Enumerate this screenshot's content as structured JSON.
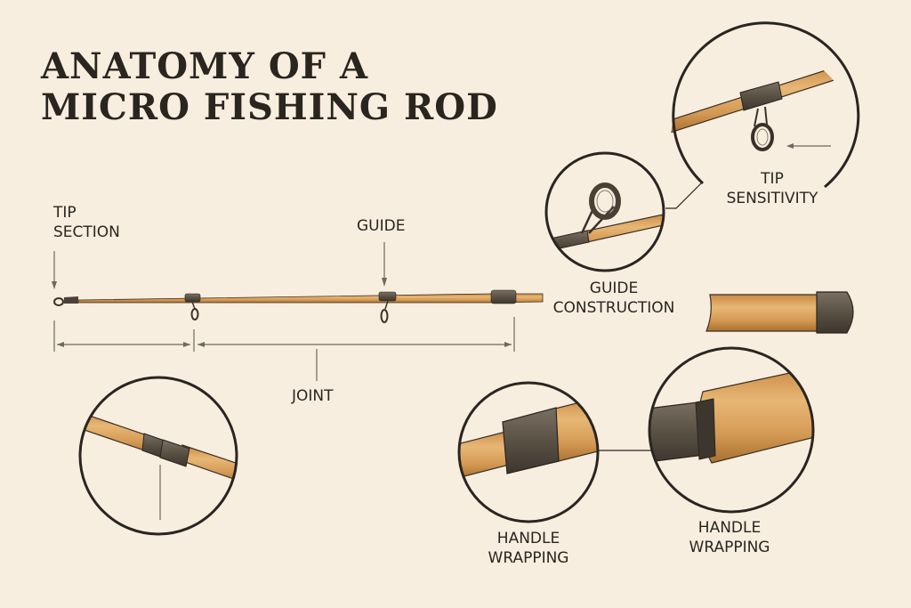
{
  "title": {
    "line1": "ANATOMY OF A",
    "line2": "MICRO FISHING ROD"
  },
  "labels": {
    "tip_section": [
      "TIP",
      "SECTION"
    ],
    "guide": "GUIDE",
    "joint": "JOINT",
    "tip_sensitivity": [
      "TIP",
      "SENSITIVITY"
    ],
    "guide_construction": [
      "GUIDE",
      "CONSTRUCTION"
    ],
    "handle_wrapping_1": [
      "HANDLE",
      "WRAPPING"
    ],
    "handle_wrapping_2": [
      "HANDLE",
      "WRAPPING"
    ]
  },
  "colors": {
    "background": "#f8eedf",
    "wood": "#d9a35c",
    "wood_dark": "#b9813d",
    "ferrule": "#5b5246",
    "outline": "#2a2520",
    "leader_line": "#6e6860"
  }
}
